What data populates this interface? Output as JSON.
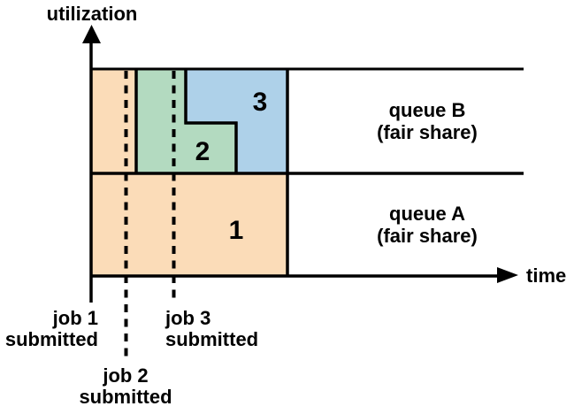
{
  "diagram": {
    "y_axis_label": "utilization",
    "x_axis_label": "time",
    "queue_b": {
      "name": "queue B",
      "share": "(fair share)"
    },
    "queue_a": {
      "name": "queue A",
      "share": "(fair share)"
    },
    "job_regions": {
      "job1_label": "1",
      "job2_label": "2",
      "job3_label": "3"
    },
    "events": {
      "job1": {
        "line1": "job 1",
        "line2": "submitted"
      },
      "job2": {
        "line1": "job 2",
        "line2": "submitted"
      },
      "job3": {
        "line1": "job 3",
        "line2": "submitted"
      }
    },
    "colors": {
      "job1_fill": "#FBDCB8",
      "job2_fill": "#B3DAC0",
      "job3_fill": "#AED1E9",
      "line": "#000000"
    }
  }
}
